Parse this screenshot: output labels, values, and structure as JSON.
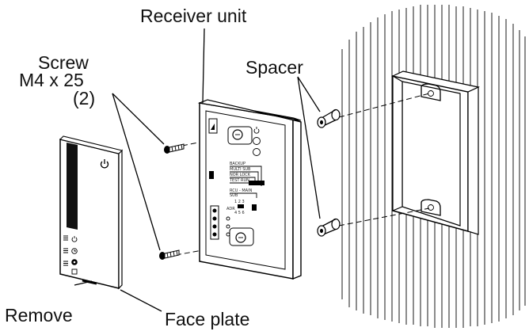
{
  "labels": {
    "receiver_unit": "Receiver unit",
    "screw": "Screw",
    "screw_spec": "M4 x 25",
    "screw_qty": "(2)",
    "spacer": "Spacer",
    "remove": "Remove",
    "face_plate": "Face plate"
  },
  "board_text": {
    "line1": "BACKUP",
    "line2": "MULTI  SUB",
    "line3": "NOR  LOCK",
    "line4": "TEST  RUN",
    "line5": "RCU - MAIN",
    "line6": "SUB",
    "addr": "ADR",
    "nums_top": "1 2 3",
    "nums_bottom": "4 5 6"
  },
  "icons": [
    "power-icon",
    "timer-icon",
    "fan-icon",
    "square-icon"
  ]
}
